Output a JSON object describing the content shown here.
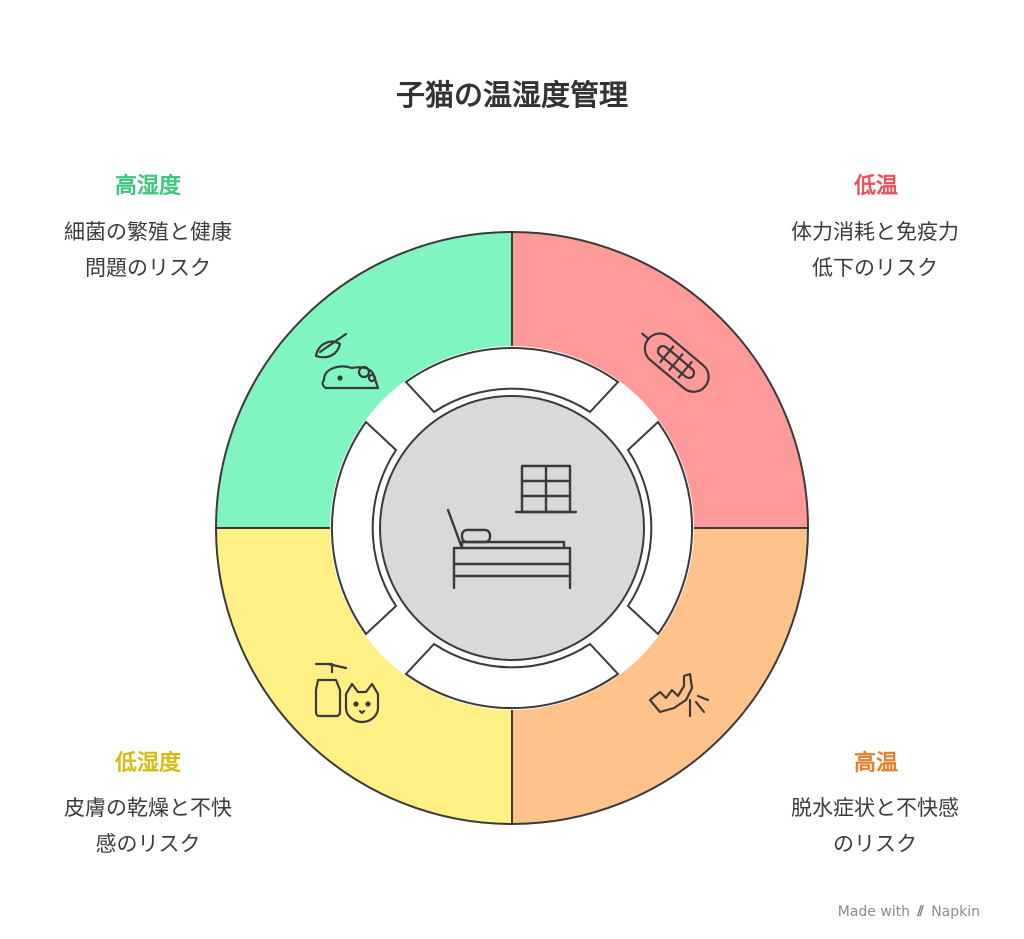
{
  "title": "子猫の温湿度管理",
  "quadrants": {
    "high_humidity": {
      "heading": "高湿度",
      "line1": "細菌の繁殖と健康",
      "line2": "問題のリスク",
      "color": "#80f5c0",
      "text_color": "#3cc77f",
      "icon": "mouse-leaf-icon"
    },
    "low_temp": {
      "heading": "低温",
      "line1": "体力消耗と免疫力",
      "line2": "低下のリスク",
      "color": "#ff9a9a",
      "text_color": "#e8525a",
      "icon": "thermometer-icon"
    },
    "low_humidity": {
      "heading": "低湿度",
      "line1": "皮膚の乾燥と不快",
      "line2": "感のリスク",
      "color": "#fff085",
      "text_color": "#d6bb16",
      "icon": "lotion-cat-icon"
    },
    "high_temp": {
      "heading": "高温",
      "line1": "脱水症状と不快感",
      "line2": "のリスク",
      "color": "#ffc28a",
      "text_color": "#e97e2a",
      "icon": "pointing-hand-icon"
    }
  },
  "center": {
    "color": "#d9d9d9",
    "icon": "bed-window-icon"
  },
  "brand": {
    "prefix": "Made with",
    "name": "Napkin"
  }
}
